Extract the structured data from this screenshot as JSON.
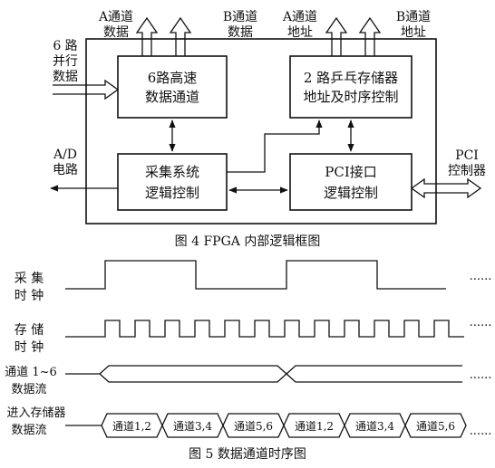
{
  "figure4": {
    "caption": "图 4   FPGA 内部逻辑框图",
    "top_labels": [
      {
        "line1": "A通道",
        "line2": "数据"
      },
      {
        "line1": "B通道",
        "line2": "数据"
      },
      {
        "line1": "A通道",
        "line2": "地址"
      },
      {
        "line1": "B通道",
        "line2": "地址"
      }
    ],
    "left_input": {
      "line1": "6 路",
      "line2": "并行",
      "line3": "数据"
    },
    "left_output": {
      "line1": "A/D",
      "line2": "电路"
    },
    "right_port": {
      "line1": "PCI",
      "line2": "控制器"
    },
    "blocks": {
      "data_channel": {
        "line1": "6路高速",
        "line2": "数据通道"
      },
      "pingpong": {
        "line1": "2 路乒乓存储器",
        "line2": "地址及时序控制"
      },
      "acq_ctrl": {
        "line1": "采集系统",
        "line2": "逻辑控制"
      },
      "pci_ctrl": {
        "line1": "PCI接口",
        "line2": "逻辑控制"
      }
    }
  },
  "figure5": {
    "caption": "图 5   数据通道时序图",
    "signals": [
      {
        "line1": "采 集",
        "line2": "时 钟"
      },
      {
        "line1": "存 储",
        "line2": "时 钟"
      },
      {
        "line1": "通道 1~6",
        "line2": "数据流"
      },
      {
        "line1": "进入存储器",
        "line2": "数据流"
      }
    ],
    "mem_segments": [
      "通道1,2",
      "通道3,4",
      "通道5,6",
      "通道1,2",
      "通道3,4",
      "通道5,6"
    ],
    "ellipsis": "......"
  }
}
